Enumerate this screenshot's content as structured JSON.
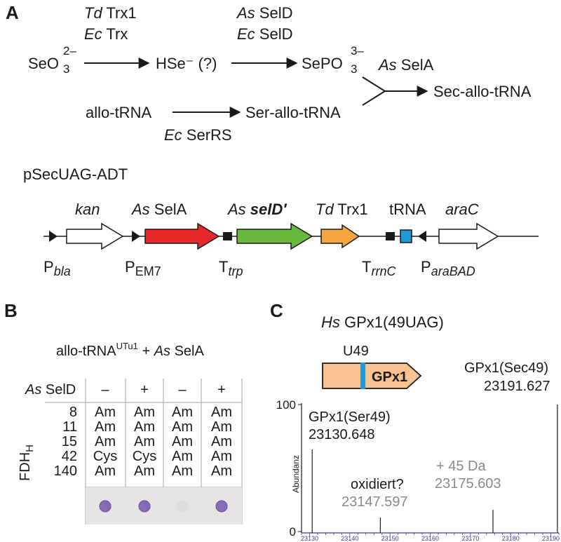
{
  "panel_a": {
    "label": "A",
    "pathway": {
      "selenite_base": "SeO",
      "selenite_sup": "2–",
      "selenite_sub": "3",
      "enzyme1_line1_org": "Td",
      "enzyme1_line1_name": " Trx1",
      "enzyme1_line2_org": "Ec",
      "enzyme1_line2_name": " Trx",
      "hse": "HSe⁻ (?)",
      "enzyme2_line1_org": "As",
      "enzyme2_line1_name": " SelD",
      "enzyme2_line2_org": "Ec",
      "enzyme2_line2_name": " SelD",
      "sepo3_base": "SePO",
      "sepo3_sup": "3–",
      "sepo3_sub": "3",
      "sela_org": "As",
      "sela_name": " SelA",
      "product": "Sec-allo-tRNA",
      "allo_trna": "allo-tRNA",
      "ser_allo_trna": "Ser-allo-tRNA",
      "serrs_org": "Ec",
      "serrs_name": " SerRS"
    },
    "plasmid": {
      "name": "pSecUAG-ADT",
      "genes": [
        {
          "label": "kan",
          "italic": true,
          "color": "#ffffff"
        },
        {
          "label_org": "As",
          "label_name": " SelA",
          "color": "#e8272b"
        },
        {
          "label_org": "As",
          "label_name": " selD′",
          "italic": true,
          "color": "#6ab93f"
        },
        {
          "label_org": "Td",
          "label_name": " Trx1",
          "color": "#f5a640"
        },
        {
          "label": "tRNA",
          "color": "#1e9ad6"
        },
        {
          "label": "araC",
          "italic": true,
          "color": "#ffffff"
        }
      ],
      "elements": {
        "p_bla_base": "P",
        "p_bla_sub": "bla",
        "p_em7_base": "P",
        "p_em7_sub": "EM7",
        "t_trp_base": "T",
        "t_trp_sub": "trp",
        "t_rrnc_base": "T",
        "t_rrnc_sub": "rrnC",
        "p_arabad_base": "P",
        "p_arabad_sub": "araBAD"
      }
    }
  },
  "panel_b": {
    "label": "B",
    "title_base": "allo-tRNA",
    "title_sup": "UTu1",
    "title_rest": " + ",
    "title_org": "As",
    "title_name": " SelA",
    "row_header_org": "As",
    "row_header_name": " SelD",
    "columns": [
      "–",
      "+",
      "–",
      "+"
    ],
    "ylabel_base": "FDH",
    "ylabel_sub": "H",
    "rows": [
      {
        "label": "8",
        "cells": [
          "Am",
          "Am",
          "Am",
          "Am"
        ]
      },
      {
        "label": "11",
        "cells": [
          "Am",
          "Am",
          "Am",
          "Am"
        ]
      },
      {
        "label": "15",
        "cells": [
          "Am",
          "Am",
          "Am",
          "Am"
        ]
      },
      {
        "label": "42",
        "cells": [
          "Cys",
          "Cys",
          "Am",
          "Am"
        ]
      },
      {
        "label": "140",
        "cells": [
          "Am",
          "Am",
          "Am",
          "Am"
        ]
      }
    ],
    "colors": {
      "am": "#1a1a1a",
      "cys": "#9a9a9a",
      "spot": "#8a6bb5",
      "plate": "#e6e4e4"
    },
    "spots": [
      1,
      1,
      0,
      1
    ]
  },
  "panel_c": {
    "label": "C",
    "title_org": "Hs",
    "title_name": " GPx1(49UAG)",
    "construct_site": "U49",
    "construct_gene": "GPx1",
    "ylabel": "Abundanz",
    "yticks": [
      "100",
      "0"
    ],
    "annotations": {
      "sec_name": "GPx1(Sec49)",
      "sec_mass": "23191.627",
      "ser_name": "GPx1(Ser49)",
      "ser_mass": "23130.648",
      "oxid_name": "oxidiert?",
      "oxid_mass": "23147.597",
      "plus45_name": "+ 45 Da",
      "plus45_mass": "23175.603"
    },
    "chart_data": {
      "type": "bar",
      "xlim": [
        23128,
        23192
      ],
      "ylim": [
        0,
        100
      ],
      "xticks": [
        23130,
        23140,
        23150,
        23160,
        23170,
        23180,
        23190
      ],
      "peaks": [
        {
          "x": 23130.648,
          "y": 65
        },
        {
          "x": 23147.597,
          "y": 12
        },
        {
          "x": 23175.603,
          "y": 18
        },
        {
          "x": 23191.627,
          "y": 100
        }
      ]
    }
  }
}
